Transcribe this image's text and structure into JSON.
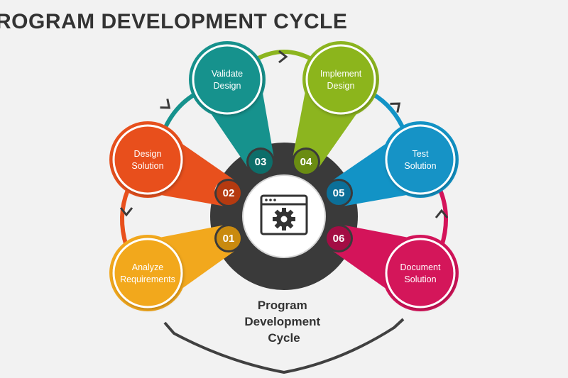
{
  "title": "ROGRAM DEVELOPMENT CYCLE",
  "center_label_lines": [
    "Program",
    "Development",
    "Cycle"
  ],
  "center_icon": "browser-gear-icon",
  "stages": [
    {
      "number": "01",
      "lines": [
        "Analyze",
        "Requirements"
      ],
      "color": "#f2a81d",
      "dark": "#c98a0f"
    },
    {
      "number": "02",
      "lines": [
        "Design",
        "Solution"
      ],
      "color": "#e8501d",
      "dark": "#b53a10"
    },
    {
      "number": "03",
      "lines": [
        "Validate",
        "Design"
      ],
      "color": "#16928d",
      "dark": "#0d6e6a"
    },
    {
      "number": "04",
      "lines": [
        "Implement",
        "Design"
      ],
      "color": "#8cb51f",
      "dark": "#6a8c12"
    },
    {
      "number": "05",
      "lines": [
        "Test",
        "Solution"
      ],
      "color": "#1293c6",
      "dark": "#0c6f98"
    },
    {
      "number": "06",
      "lines": [
        "Document",
        "Solution"
      ],
      "color": "#d4145a",
      "dark": "#a30d44"
    }
  ]
}
